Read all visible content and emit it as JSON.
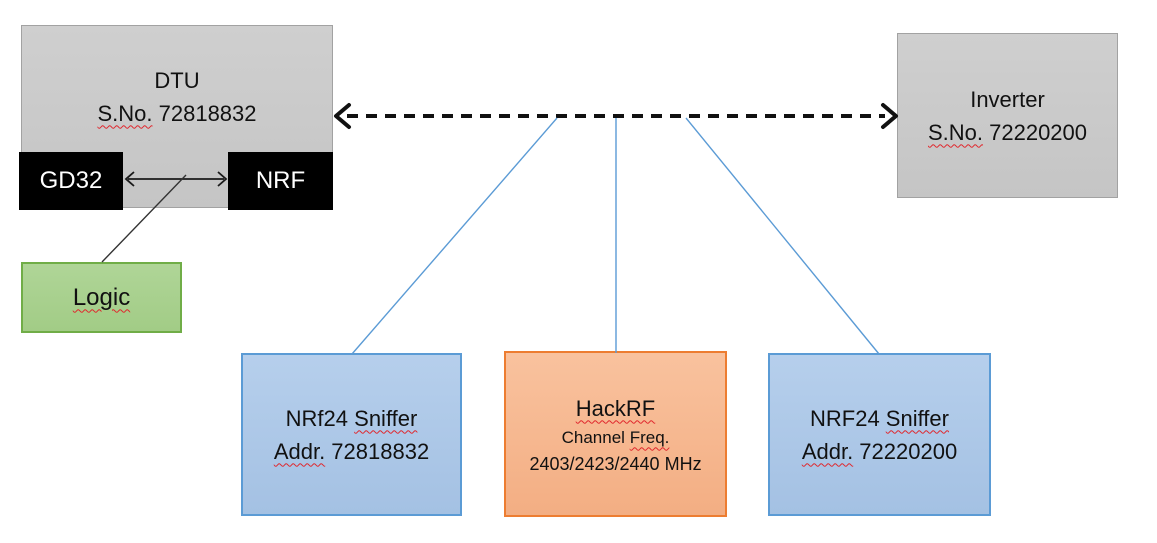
{
  "nodes": {
    "dtu": {
      "title": "DTU",
      "serial_label": "S.No.",
      "serial_rest": " 72818832"
    },
    "gd32": {
      "label": "GD32"
    },
    "nrf": {
      "label": "NRF"
    },
    "logic": {
      "label": "Logic"
    },
    "inverter": {
      "title": "Inverter",
      "serial_label": "S.No.",
      "serial_rest": " 72220200"
    },
    "sniffer_left": {
      "name_prefix": "NRf24 ",
      "name_word": "Sniffer",
      "addr_label": "Addr.",
      "addr_rest": " 72818832"
    },
    "hackrf": {
      "title": "HackRF",
      "channel_prefix": "Channel ",
      "freq_word": "Freq.",
      "frequencies": "2403/2423/2440 MHz"
    },
    "sniffer_right": {
      "name_prefix": "NRF24 ",
      "name_word": "Sniffer",
      "addr_label": "Addr.",
      "addr_rest": " 72220200"
    }
  },
  "edges": [
    {
      "from": "DTU",
      "to": "Inverter",
      "style": "dashed-double-arrow"
    },
    {
      "from": "GD32",
      "to": "NRF",
      "style": "double-arrow"
    },
    {
      "from": "GD32-NRF link",
      "to": "Logic",
      "style": "line"
    },
    {
      "from": "DTU-Inverter link",
      "to": "NRf24 Sniffer 72818832",
      "style": "line"
    },
    {
      "from": "DTU-Inverter link",
      "to": "HackRF",
      "style": "line"
    },
    {
      "from": "DTU-Inverter link",
      "to": "NRF24 Sniffer 72220200",
      "style": "line"
    }
  ],
  "colors": {
    "gray_fill": "#C9C9C9",
    "gray_border": "#A2A2A2",
    "chip_fill": "#000000",
    "chip_text": "#FFFFFF",
    "green_fill": "#A9D18E",
    "green_border": "#70AD47",
    "blue_fill": "#A9C4E6",
    "blue_border": "#5B9BD5",
    "orange_fill": "#F5B78F",
    "orange_border": "#ED7D31",
    "connector_blue": "#5B9BD5",
    "arrow_black": "#111111",
    "squiggle_red": "#E0262C"
  }
}
